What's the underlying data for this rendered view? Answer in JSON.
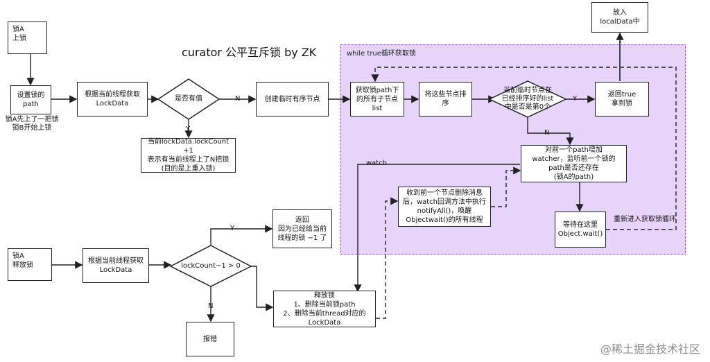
{
  "title": "curator 公平互斥锁 by ZK",
  "loop_label": "while true循环获取锁",
  "watermark": "@稀土掘金技术社区",
  "nodes": {
    "lock_a_acquire": "锁A\n上锁",
    "set_lock_path": "设置锁的\npath",
    "note_lock_b": "锁A先上了一把锁\n锁B开始上锁",
    "get_lockdata": "根据当前线程获取\nLockData",
    "has_value": "是否有值",
    "reentrant": "当前lockData.lockCount +1\n表示有当前线程上了N把锁\n(目的是上重入锁)",
    "create_temp_node": "创建临时有序节点",
    "get_children": "获取锁path下\n的所有子节点\nlist",
    "sort_nodes": "将这些节点排\n序",
    "is_first": "当前临时节点在\n已经排序好的list\n中是否是第0个",
    "return_true": "返回true\n拿到锁",
    "put_local": "放入\nlocalData中",
    "watch_prev": "对前一个path增加\nwatcher，监听前一个锁的\npath是否还存在\n(锁A的path)",
    "wait_here": "等待在这里\nObject.wait()",
    "notify": "收到前一个节点删除消息\n后，watch回调方法中执行\nnotifyAll()，唤醒\nObjectwait()的所有线程",
    "lock_a_release": "锁A\n释放锁",
    "get_lockdata2": "根据当前线程获取\nLockData",
    "lockcount_check": "lockCount−1 > 0",
    "return_release": "返回\n因为已经给当前\n线程的锁 −1 了",
    "release_lock": "释放锁\n1、删除当前锁path\n2、删除当前thread对应的\nLockData",
    "error": "报错"
  },
  "edge_labels": {
    "has_value_no": "N",
    "has_value_yes": "Y",
    "is_first_yes": "Y",
    "is_first_no": "N",
    "watch": "watch",
    "reenter_loop": "重新进入获取锁循环",
    "count_yes": "Y",
    "count_no": "N"
  }
}
